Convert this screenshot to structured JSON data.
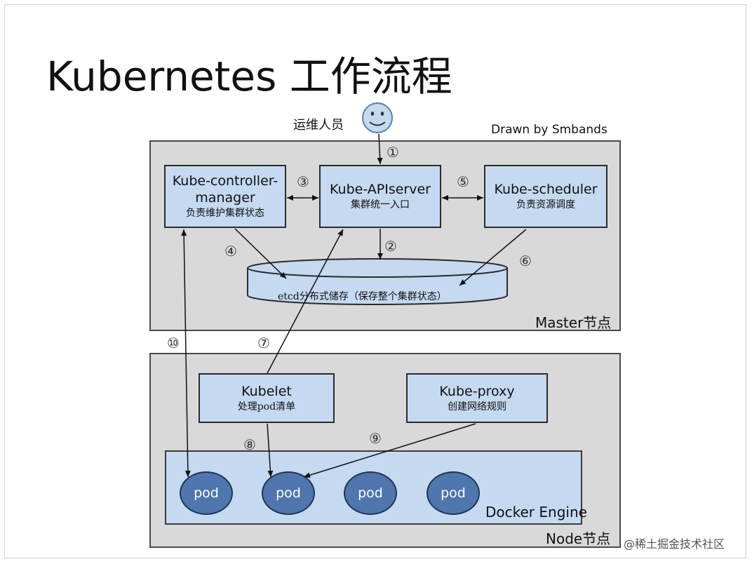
{
  "title": "Kubernetes 工作流程",
  "credit": "Drawn by Smbands",
  "operator": "运维人员",
  "master": {
    "label": "Master节点",
    "controller": {
      "name_line1": "Kube-controller-",
      "name_line2": "manager",
      "desc": "负责维护集群状态"
    },
    "apiserver": {
      "name": "Kube-APIserver",
      "desc": "集群统一入口"
    },
    "scheduler": {
      "name": "Kube-scheduler",
      "desc": "负责资源调度"
    },
    "etcd": "etcd分布式储存（保存整个集群状态）"
  },
  "node": {
    "label": "Node节点",
    "kubelet": {
      "name": "Kubelet",
      "desc": "处理pod清单"
    },
    "proxy": {
      "name": "Kube-proxy",
      "desc": "创建网络规则"
    },
    "docker": "Docker Engine",
    "pods": [
      "pod",
      "pod",
      "pod",
      "pod"
    ]
  },
  "steps": [
    "①",
    "②",
    "③",
    "④",
    "⑤",
    "⑥",
    "⑦",
    "⑧",
    "⑨",
    "⑩"
  ],
  "watermark": "@稀土掘金技术社区",
  "colors": {
    "box_fill": "#c5d9f1",
    "panel_fill": "#d9d9d9",
    "pod_fill": "#4f76ad",
    "smiley_fill": "#c5d9f1"
  }
}
